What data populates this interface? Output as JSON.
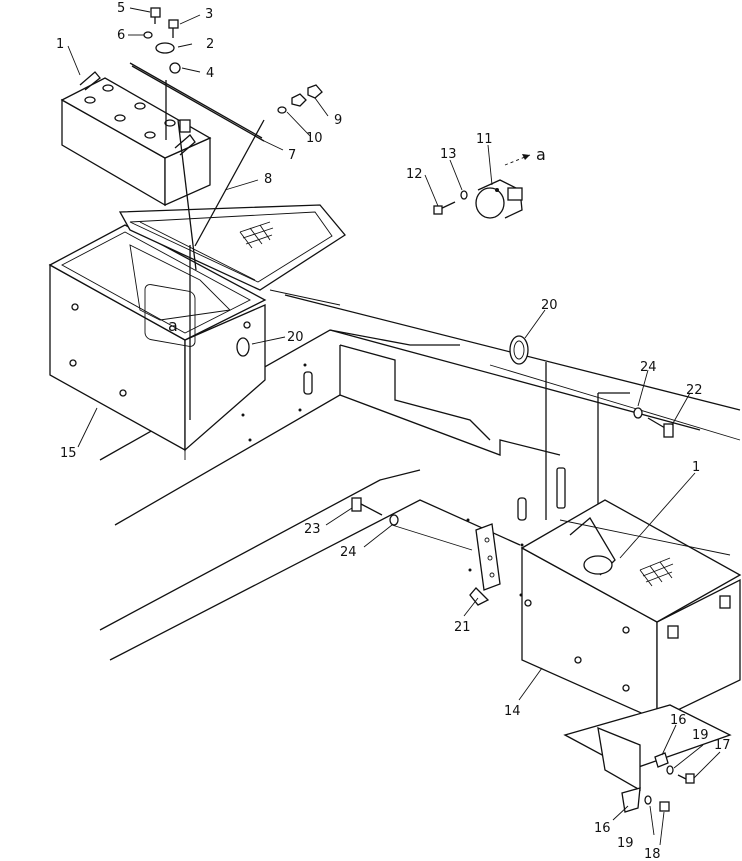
{
  "diagram": {
    "callouts": {
      "c1a": "1",
      "c2": "2",
      "c3": "3",
      "c4": "4",
      "c5": "5",
      "c6": "6",
      "c7": "7",
      "c8": "8",
      "c9": "9",
      "c10": "10",
      "c11": "11",
      "c12": "12",
      "c13": "13",
      "c14": "14",
      "c15": "15",
      "c16a": "16",
      "c16b": "16",
      "c17": "17",
      "c18": "18",
      "c19a": "19",
      "c19b": "19",
      "c20a": "20",
      "c20b": "20",
      "c21": "21",
      "c22": "22",
      "c23": "23",
      "c24a": "24",
      "c24b": "24",
      "c1b": "1"
    },
    "markers": {
      "a1": "a",
      "a2": "a"
    }
  }
}
